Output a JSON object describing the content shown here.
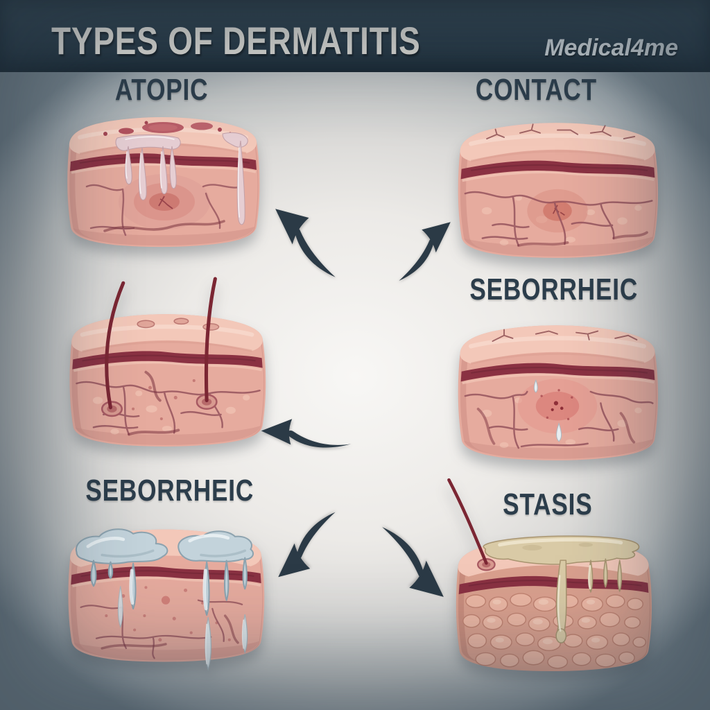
{
  "header": {
    "title": "TYPES OF DERMATITIS",
    "brand": "Medical4me"
  },
  "panels": [
    {
      "key": "atopic_top_left",
      "label": "ATOPIC"
    },
    {
      "key": "contact_top_right",
      "label": "CONTACT"
    },
    {
      "key": "unlabeled_middle_left",
      "label": ""
    },
    {
      "key": "seborrheic_middle_right",
      "label": "SEBORRHEIC"
    },
    {
      "key": "seborrheic_bottom_left",
      "label": "SEBORRHEIC"
    },
    {
      "key": "stasis_bottom_right",
      "label": "STASIS"
    }
  ],
  "colors": {
    "header_bg": "#283a47",
    "title_text": "#ece9e2",
    "brand_text": "#ccd3d7",
    "label_text": "#2c3d4b",
    "arrow": "#2b3a46",
    "skin_base": "#e6ab9e",
    "skin_top": "#f3c8b9",
    "dermis_stripe": "#8a3142",
    "crack": "#96535d",
    "ooze_atopic": "#e6ced3",
    "scale_seborrheic": "#c3d3db",
    "wax_stasis": "#d9caa6",
    "hair": "#7b2633"
  }
}
